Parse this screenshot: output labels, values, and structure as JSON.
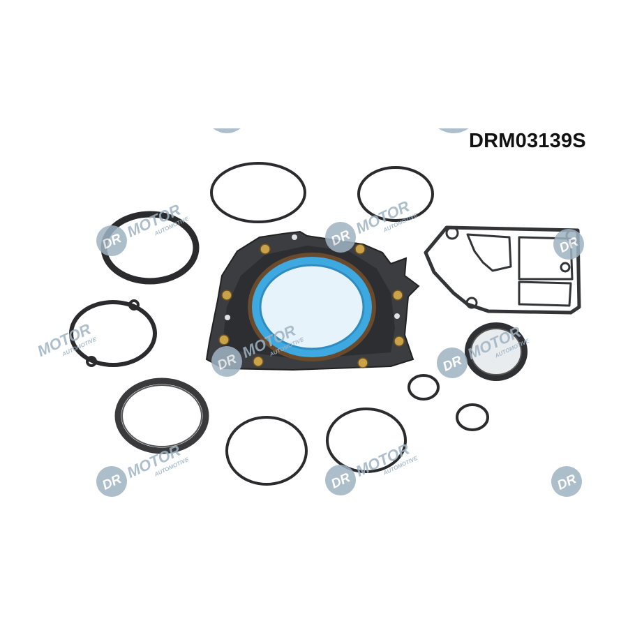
{
  "product": {
    "part_number": "DRM03139S"
  },
  "watermark": {
    "brand": "DR.MOTOR",
    "sub": "AUTOMOTIVE",
    "color": "#9fb3c3"
  },
  "colors": {
    "rubber": "#2b2b2d",
    "seal_blue": "#3ea9e0",
    "brass": "#c9a24a",
    "housing": "#3c3d40"
  }
}
